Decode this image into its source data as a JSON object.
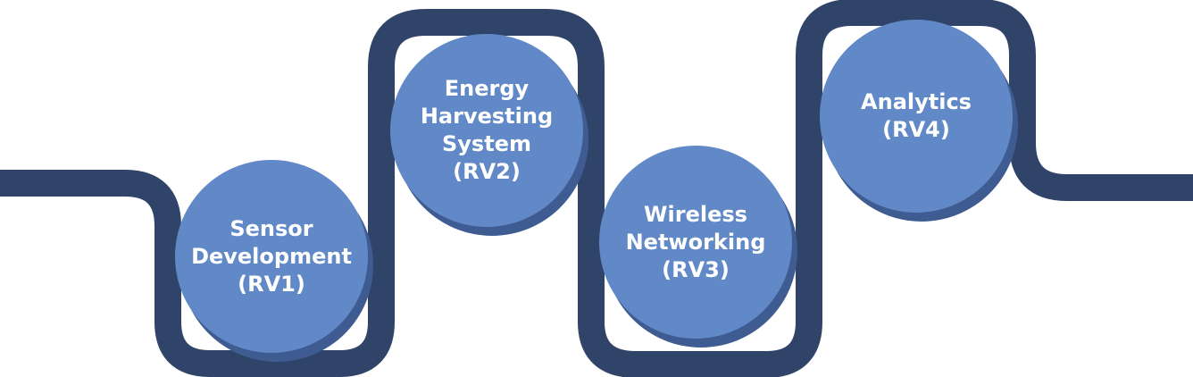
{
  "colors": {
    "track": "#2f4468",
    "circle_fill": "#6189c8",
    "circle_rim": "#3f5c92",
    "text": "#ffffff"
  },
  "nodes": [
    {
      "id": "rv1",
      "lines": [
        "Sensor",
        "Development",
        "(RV1)"
      ]
    },
    {
      "id": "rv2",
      "lines": [
        "Energy",
        "Harvesting",
        "System",
        "(RV2)"
      ]
    },
    {
      "id": "rv3",
      "lines": [
        "Wireless",
        "Networking",
        "(RV3)"
      ]
    },
    {
      "id": "rv4",
      "lines": [
        "Analytics",
        "(RV4)"
      ]
    }
  ]
}
